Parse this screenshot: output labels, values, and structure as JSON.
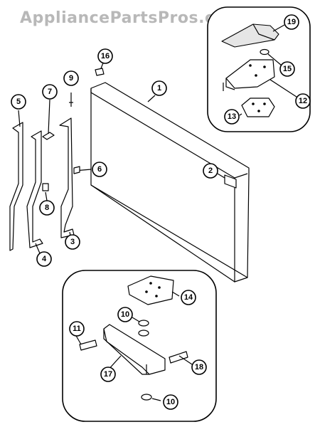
{
  "watermark": "AppliancePartsPros.com",
  "callouts": [
    {
      "id": "c1",
      "label": "1"
    },
    {
      "id": "c2",
      "label": "2"
    },
    {
      "id": "c3",
      "label": "3"
    },
    {
      "id": "c4",
      "label": "4"
    },
    {
      "id": "c5",
      "label": "5"
    },
    {
      "id": "c6",
      "label": "6"
    },
    {
      "id": "c7",
      "label": "7"
    },
    {
      "id": "c8",
      "label": "8"
    },
    {
      "id": "c9",
      "label": "9"
    },
    {
      "id": "c10a",
      "label": "10"
    },
    {
      "id": "c10b",
      "label": "10"
    },
    {
      "id": "c11",
      "label": "11"
    },
    {
      "id": "c12",
      "label": "12"
    },
    {
      "id": "c13",
      "label": "13"
    },
    {
      "id": "c14",
      "label": "14"
    },
    {
      "id": "c15",
      "label": "15"
    },
    {
      "id": "c16",
      "label": "16"
    },
    {
      "id": "c17",
      "label": "17"
    },
    {
      "id": "c18",
      "label": "18"
    },
    {
      "id": "c19",
      "label": "19"
    }
  ]
}
